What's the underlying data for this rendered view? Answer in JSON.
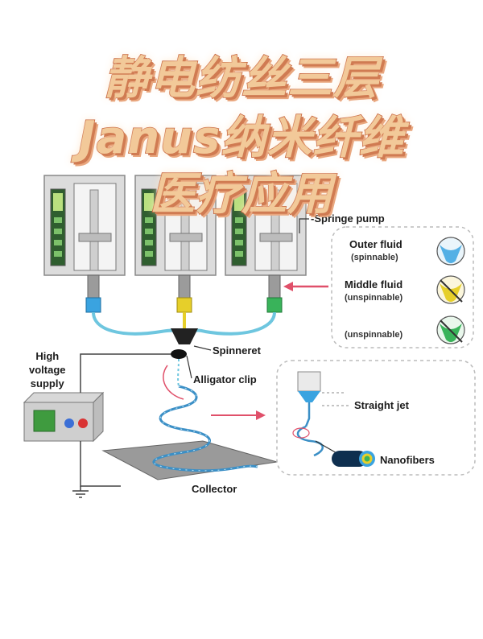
{
  "title": {
    "line1": "静电纺丝三层",
    "line2": "Janus纳米纤维",
    "line3": "医疗应用"
  },
  "diagram": {
    "pump_label": "-Springe pump",
    "fluids": [
      {
        "name": "Outer fluid",
        "note": "(spinnable)",
        "color": "#3aa3e0"
      },
      {
        "name": "Middle fluid",
        "note": "(unspinnable)",
        "color": "#e6cf2a"
      },
      {
        "name": "",
        "note": "(unspinnable)",
        "color": "#39b35a"
      }
    ],
    "spinneret_label": "Spinneret",
    "clip_label": "Alligator clip",
    "power_label": "High\nvoltage\nsupply",
    "collector_label": "Collector",
    "straight_jet_label": "Straight jet",
    "nanofibers_label": "Nanofibers"
  },
  "colors": {
    "title_fill": "#f2c999",
    "title_stroke": "#b8441b",
    "syringe_blue": "#3aa3e0",
    "syringe_yellow": "#e6cf2a",
    "syringe_green": "#39b35a",
    "arrow": "#e0506a"
  }
}
